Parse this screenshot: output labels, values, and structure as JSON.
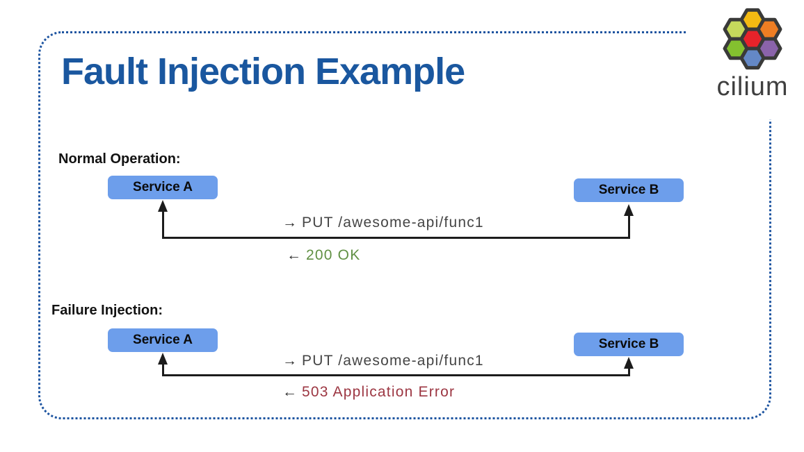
{
  "slide": {
    "title": "Fault Injection Example",
    "title_color": "#1a579f",
    "border_color": "#1d54a0"
  },
  "logo": {
    "wordmark": "cilium",
    "wordmark_color": "#3f3f3f",
    "hex_colors": {
      "outline": "#3a3a39",
      "top": "#f4ba12",
      "top_left": "#c6d95c",
      "top_right": "#ef7e23",
      "center": "#e8232a",
      "bottom_left": "#84c12f",
      "bottom_right": "#8a63aa",
      "bottom": "#6488c6"
    }
  },
  "colors": {
    "service_box": "#6d9eeb",
    "annotation": "#454545",
    "line": "#1c1c1c"
  },
  "diagrams": [
    {
      "label": "Normal Operation:",
      "service_a": "Service A",
      "service_b": "Service B",
      "request": {
        "arrow": "→",
        "text": "PUT /awesome-api/func1"
      },
      "response": {
        "arrow": "←",
        "text": "200 OK",
        "color": "#619044"
      }
    },
    {
      "label": "Failure Injection:",
      "service_a": "Service A",
      "service_b": "Service B",
      "request": {
        "arrow": "→",
        "text": "PUT /awesome-api/func1"
      },
      "response": {
        "arrow": "←",
        "text": "503 Application Error",
        "color": "#9c3642"
      }
    }
  ]
}
